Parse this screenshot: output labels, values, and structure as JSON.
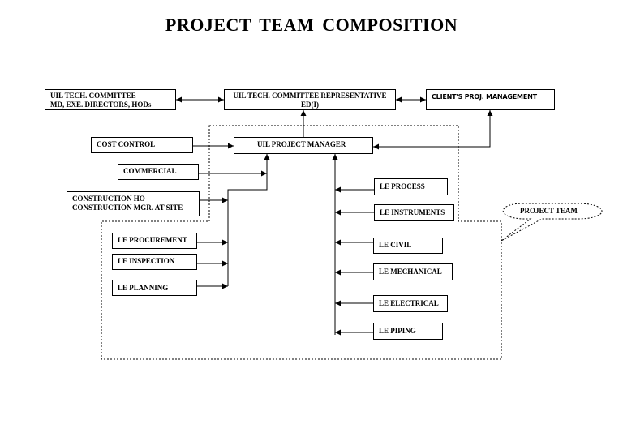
{
  "title": "PROJECT  TEAM  COMPOSITION",
  "boxes": {
    "tech_committee": [
      "UIL TECH. COMMITTEE",
      "MD, EXE. DIRECTORS, HODs"
    ],
    "tech_rep": [
      "UIL TECH. COMMITTEE REPRESENTATIVE",
      "ED(I)"
    ],
    "client": "CLIENT'S PROJ. MANAGEMENT",
    "cost_control": "COST CONTROL",
    "project_manager": "UIL PROJECT MANAGER",
    "commercial": "COMMERCIAL",
    "construction": [
      "CONSTRUCTION HO",
      "CONSTRUCTION MGR. AT SITE"
    ],
    "procurement": "LE  PROCUREMENT",
    "inspection": "LE  INSPECTION",
    "planning": "LE  PLANNING",
    "process": "LE  PROCESS",
    "instruments": "LE INSTRUMENTS",
    "civil": "LE CIVIL",
    "mechanical": "LE MECHANICAL",
    "electrical": "LE ELECTRICAL",
    "piping": "LE PIPING"
  },
  "callout": "PROJECT TEAM"
}
